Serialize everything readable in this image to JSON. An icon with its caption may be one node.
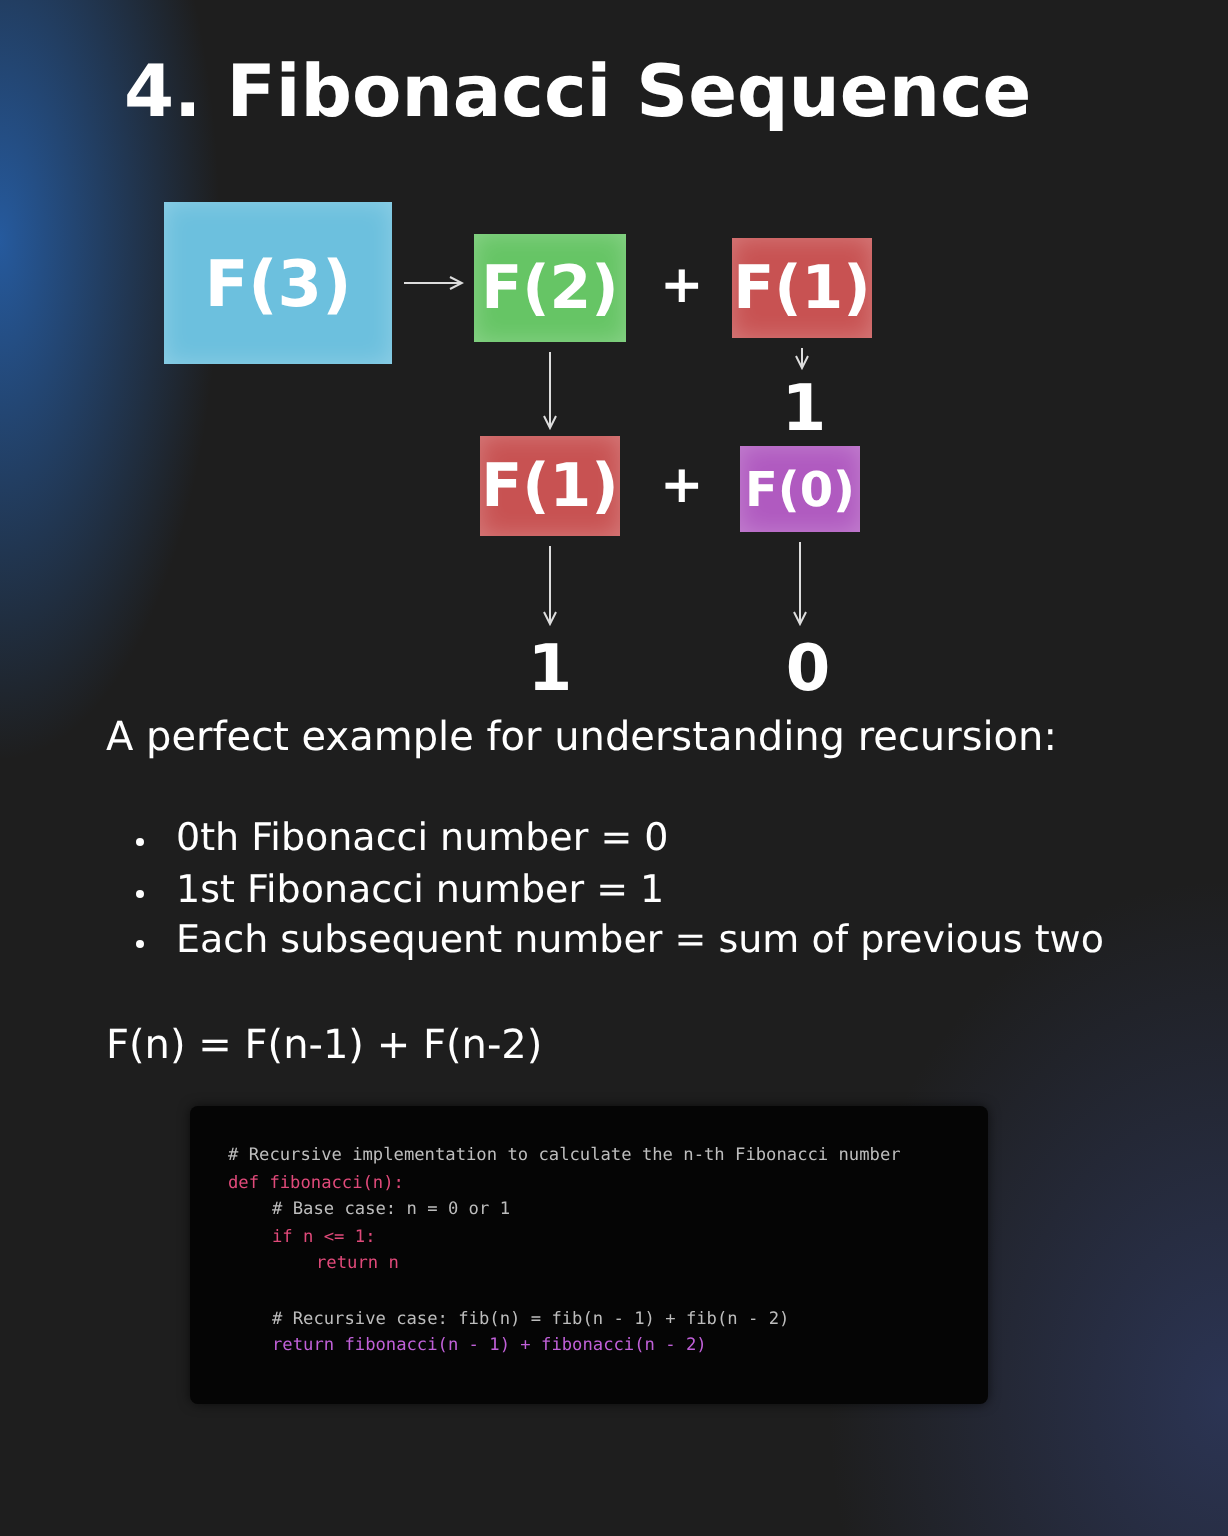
{
  "diagram": {
    "title": "4. Fibonacci Sequence",
    "nodes": [
      {
        "text": [
          "F(3)"
        ]
      },
      {
        "text": [
          "F(2)"
        ]
      },
      {
        "text": [
          "F(1)"
        ]
      },
      {
        "text": [
          "1"
        ]
      },
      {
        "text": [
          "F(1)"
        ]
      },
      {
        "text": [
          "F(0)"
        ]
      },
      {
        "text": [
          "1"
        ]
      },
      {
        "text": [
          "0"
        ]
      }
    ],
    "edges": [
      {
        "from": 0,
        "to": 1,
        "arrow": "to"
      },
      {
        "from": 1,
        "to": 4,
        "arrow": "to"
      },
      {
        "from": 2,
        "to": 3,
        "arrow": "to"
      },
      {
        "from": 4,
        "to": 6,
        "arrow": "to"
      },
      {
        "from": 5,
        "to": 7,
        "arrow": "to"
      }
    ],
    "labels": [
      "+",
      "+",
      "A perfect example for understanding recursion:",
      "0th Fibonacci number = 0",
      "1st Fibonacci number = 1",
      "Each subsequent number = sum of previous two",
      "F(n) = F(n-1) + F(n-2)",
      "# Recursive implementation to calculate the n-th Fibonacci number",
      "def fibonacci(n):",
      "# Base case: n = 0 or 1",
      "if n <= 1:",
      "return n",
      "# Recursive case: fib(n) = fib(n - 1) + fib(n - 2)",
      "return fibonacci(n - 1) + fibonacci(n - 2)"
    ]
  }
}
